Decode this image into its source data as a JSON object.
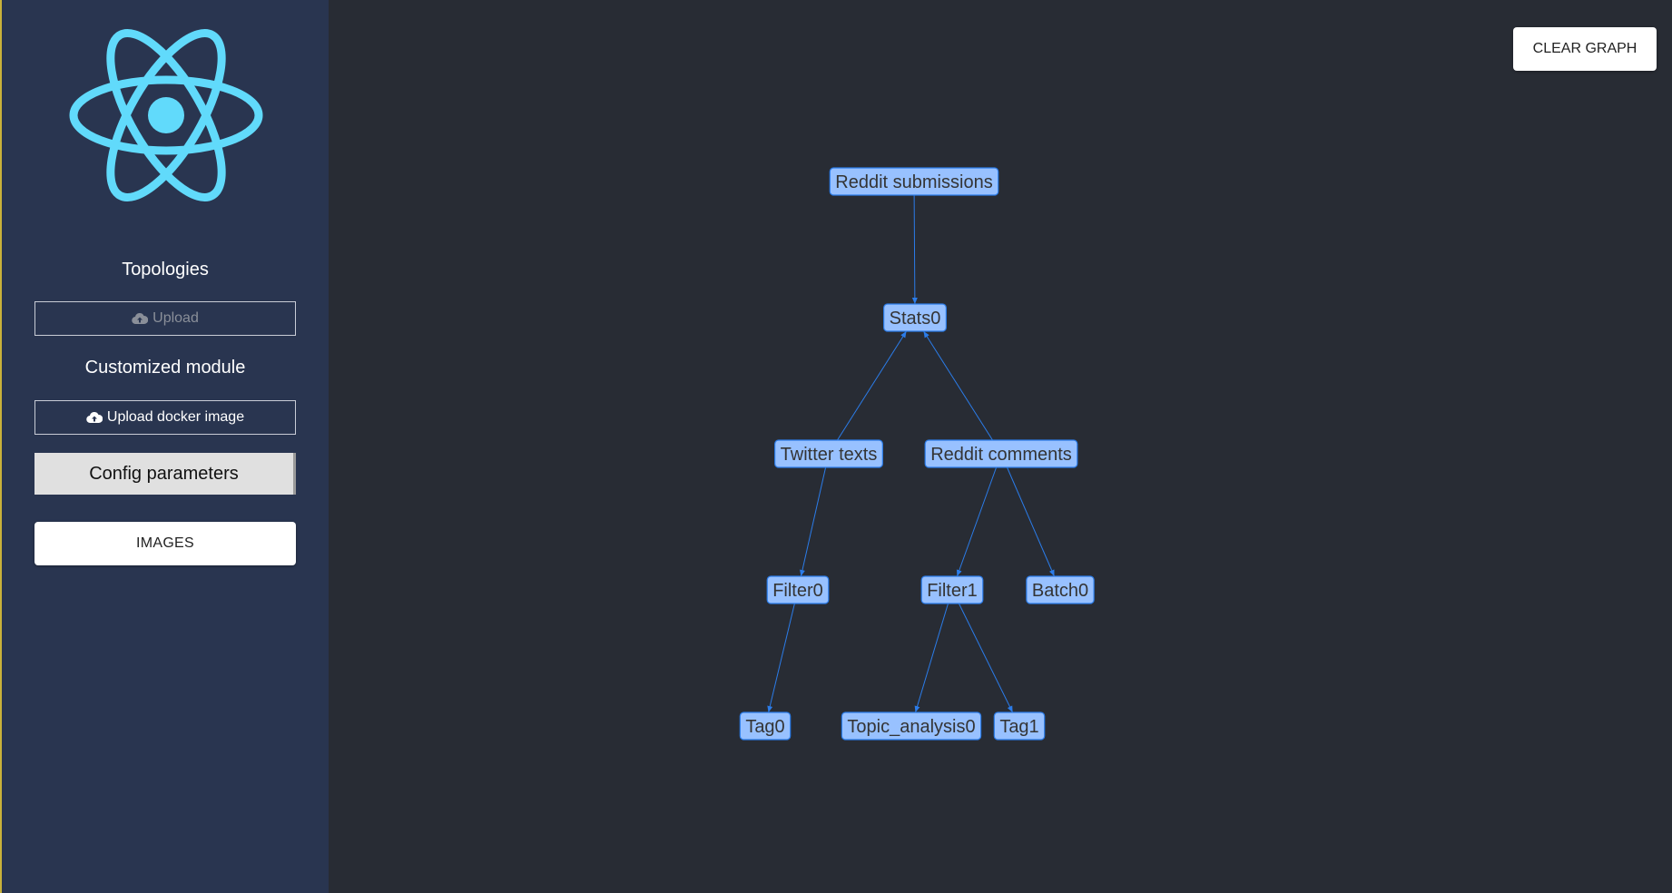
{
  "sidebar": {
    "logo_icon": "react-logo-icon",
    "logo_color": "#61dafb",
    "topologies_title": "Topologies",
    "upload_label": "Upload",
    "customized_title": "Customized module",
    "upload_docker_label": "Upload docker image",
    "config_label": "Config parameters",
    "images_label": "IMAGES"
  },
  "toolbar": {
    "clear_graph_label": "CLEAR GRAPH"
  },
  "graph": {
    "node_color": "#98c1ff",
    "edge_color": "#2b7ce9",
    "nodes": [
      {
        "id": "reddit-submissions",
        "label": "Reddit submissions"
      },
      {
        "id": "stats0",
        "label": "Stats0"
      },
      {
        "id": "twitter-texts",
        "label": "Twitter texts"
      },
      {
        "id": "reddit-comments",
        "label": "Reddit comments"
      },
      {
        "id": "filter0",
        "label": "Filter0"
      },
      {
        "id": "filter1",
        "label": "Filter1"
      },
      {
        "id": "batch0",
        "label": "Batch0"
      },
      {
        "id": "tag0",
        "label": "Tag0"
      },
      {
        "id": "topic-analysis0",
        "label": "Topic_analysis0"
      },
      {
        "id": "tag1",
        "label": "Tag1"
      }
    ],
    "edges": [
      {
        "from": "reddit-submissions",
        "to": "stats0"
      },
      {
        "from": "twitter-texts",
        "to": "stats0"
      },
      {
        "from": "reddit-comments",
        "to": "stats0"
      },
      {
        "from": "twitter-texts",
        "to": "filter0"
      },
      {
        "from": "reddit-comments",
        "to": "filter1"
      },
      {
        "from": "reddit-comments",
        "to": "batch0"
      },
      {
        "from": "filter0",
        "to": "tag0"
      },
      {
        "from": "filter1",
        "to": "topic-analysis0"
      },
      {
        "from": "filter1",
        "to": "tag1"
      }
    ]
  }
}
